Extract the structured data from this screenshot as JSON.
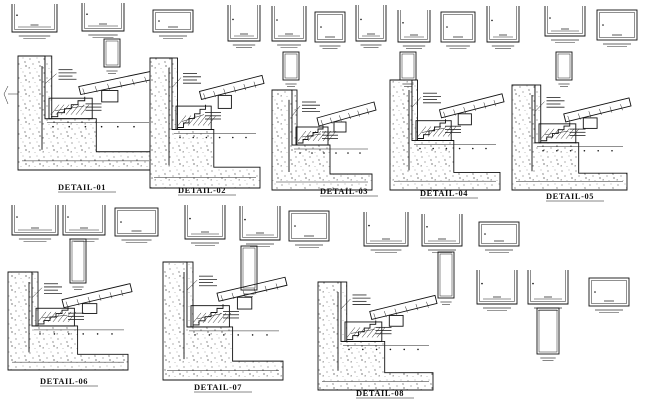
{
  "sheet": {
    "details": [
      {
        "id": "detail-01",
        "label": "DETAIL-01"
      },
      {
        "id": "detail-02",
        "label": "DETAIL-02"
      },
      {
        "id": "detail-03",
        "label": "DETAIL-03"
      },
      {
        "id": "detail-04",
        "label": "DETAIL-04"
      },
      {
        "id": "detail-05",
        "label": "DETAIL-05"
      },
      {
        "id": "detail-06",
        "label": "DETAIL-06"
      },
      {
        "id": "detail-07",
        "label": "DETAIL-07"
      },
      {
        "id": "detail-08",
        "label": "DETAIL-08"
      }
    ]
  }
}
